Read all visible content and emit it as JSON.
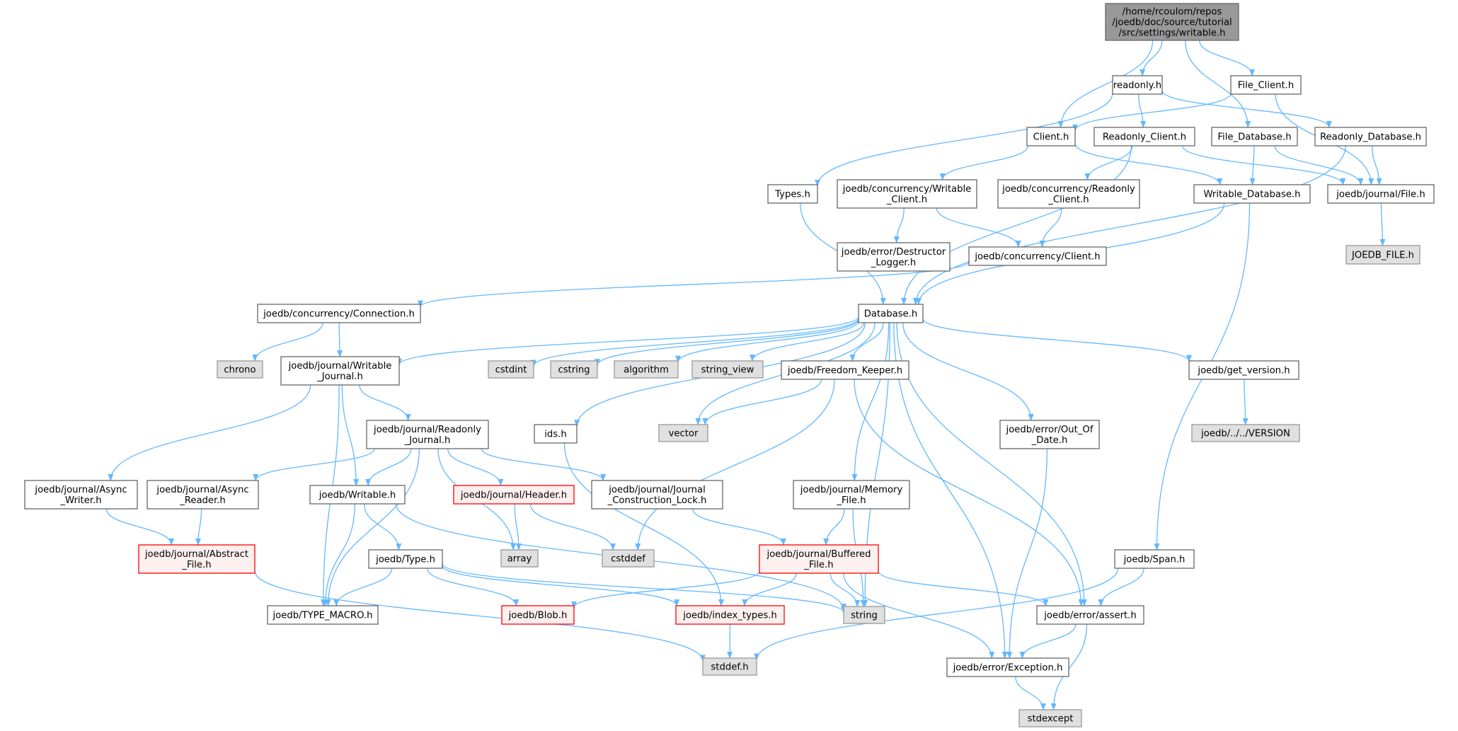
{
  "colors": {
    "edge": "#63b8ff",
    "root_fill": "#999999",
    "root_stroke": "#666666",
    "normal_fill": "#ffffff",
    "normal_stroke": "#666666",
    "system_fill": "#e0e0e0",
    "system_stroke": "#999999",
    "truncated_fill": "#fff0f0",
    "truncated_stroke": "#ff0000"
  },
  "nodes": [
    {
      "id": "root",
      "lines": [
        "/home/rcoulom/repos",
        "/joedb/doc/source/tutorial",
        "/src/settings/writable.h"
      ],
      "kind": "root"
    },
    {
      "id": "readonly",
      "lines": [
        "readonly.h"
      ],
      "kind": "normal"
    },
    {
      "id": "file_client",
      "lines": [
        "File_Client.h"
      ],
      "kind": "normal"
    },
    {
      "id": "client",
      "lines": [
        "Client.h"
      ],
      "kind": "normal"
    },
    {
      "id": "readonly_client",
      "lines": [
        "Readonly_Client.h"
      ],
      "kind": "normal"
    },
    {
      "id": "file_database",
      "lines": [
        "File_Database.h"
      ],
      "kind": "normal"
    },
    {
      "id": "readonly_database",
      "lines": [
        "Readonly_Database.h"
      ],
      "kind": "normal"
    },
    {
      "id": "types",
      "lines": [
        "Types.h"
      ],
      "kind": "normal"
    },
    {
      "id": "conc_writable_client",
      "lines": [
        "joedb/concurrency/Writable",
        "_Client.h"
      ],
      "kind": "normal"
    },
    {
      "id": "conc_readonly_client",
      "lines": [
        "joedb/concurrency/Readonly",
        "_Client.h"
      ],
      "kind": "normal"
    },
    {
      "id": "writable_database",
      "lines": [
        "Writable_Database.h"
      ],
      "kind": "normal"
    },
    {
      "id": "journal_file",
      "lines": [
        "joedb/journal/File.h"
      ],
      "kind": "normal"
    },
    {
      "id": "joedb_file",
      "lines": [
        "JOEDB_FILE.h"
      ],
      "kind": "system"
    },
    {
      "id": "destructor_logger",
      "lines": [
        "joedb/error/Destructor",
        "_Logger.h"
      ],
      "kind": "normal"
    },
    {
      "id": "conc_client",
      "lines": [
        "joedb/concurrency/Client.h"
      ],
      "kind": "normal"
    },
    {
      "id": "conc_connection",
      "lines": [
        "joedb/concurrency/Connection.h"
      ],
      "kind": "normal"
    },
    {
      "id": "database",
      "lines": [
        "Database.h"
      ],
      "kind": "normal"
    },
    {
      "id": "chrono",
      "lines": [
        "chrono"
      ],
      "kind": "system"
    },
    {
      "id": "journal_writable_journal",
      "lines": [
        "joedb/journal/Writable",
        "_Journal.h"
      ],
      "kind": "normal"
    },
    {
      "id": "cstdint",
      "lines": [
        "cstdint"
      ],
      "kind": "system"
    },
    {
      "id": "cstring",
      "lines": [
        "cstring"
      ],
      "kind": "system"
    },
    {
      "id": "algorithm",
      "lines": [
        "algorithm"
      ],
      "kind": "system"
    },
    {
      "id": "string_view",
      "lines": [
        "string_view"
      ],
      "kind": "system"
    },
    {
      "id": "freedom_keeper",
      "lines": [
        "joedb/Freedom_Keeper.h"
      ],
      "kind": "normal"
    },
    {
      "id": "get_version",
      "lines": [
        "joedb/get_version.h"
      ],
      "kind": "normal"
    },
    {
      "id": "ids",
      "lines": [
        "ids.h"
      ],
      "kind": "normal"
    },
    {
      "id": "vector",
      "lines": [
        "vector"
      ],
      "kind": "system"
    },
    {
      "id": "out_of_date",
      "lines": [
        "joedb/error/Out_Of",
        "_Date.h"
      ],
      "kind": "normal"
    },
    {
      "id": "version",
      "lines": [
        "joedb/../../VERSION"
      ],
      "kind": "system"
    },
    {
      "id": "journal_readonly_journal",
      "lines": [
        "joedb/journal/Readonly",
        "_Journal.h"
      ],
      "kind": "normal"
    },
    {
      "id": "async_writer",
      "lines": [
        "joedb/journal/Async",
        "_Writer.h"
      ],
      "kind": "normal"
    },
    {
      "id": "async_reader",
      "lines": [
        "joedb/journal/Async",
        "_Reader.h"
      ],
      "kind": "normal"
    },
    {
      "id": "writable",
      "lines": [
        "joedb/Writable.h"
      ],
      "kind": "normal"
    },
    {
      "id": "header",
      "lines": [
        "joedb/journal/Header.h"
      ],
      "kind": "truncated"
    },
    {
      "id": "construction_lock",
      "lines": [
        "joedb/journal/Journal",
        "_Construction_Lock.h"
      ],
      "kind": "normal"
    },
    {
      "id": "memory_file",
      "lines": [
        "joedb/journal/Memory",
        "_File.h"
      ],
      "kind": "normal"
    },
    {
      "id": "abstract_file",
      "lines": [
        "joedb/journal/Abstract",
        "_File.h"
      ],
      "kind": "truncated"
    },
    {
      "id": "type",
      "lines": [
        "joedb/Type.h"
      ],
      "kind": "normal"
    },
    {
      "id": "array",
      "lines": [
        "array"
      ],
      "kind": "system"
    },
    {
      "id": "cstddef",
      "lines": [
        "cstddef"
      ],
      "kind": "system"
    },
    {
      "id": "buffered_file",
      "lines": [
        "joedb/journal/Buffered",
        "_File.h"
      ],
      "kind": "truncated"
    },
    {
      "id": "span",
      "lines": [
        "joedb/Span.h"
      ],
      "kind": "normal"
    },
    {
      "id": "type_macro",
      "lines": [
        "joedb/TYPE_MACRO.h"
      ],
      "kind": "normal"
    },
    {
      "id": "blob",
      "lines": [
        "joedb/Blob.h"
      ],
      "kind": "truncated"
    },
    {
      "id": "index_types",
      "lines": [
        "joedb/index_types.h"
      ],
      "kind": "truncated"
    },
    {
      "id": "string",
      "lines": [
        "string"
      ],
      "kind": "system"
    },
    {
      "id": "assert",
      "lines": [
        "joedb/error/assert.h"
      ],
      "kind": "normal"
    },
    {
      "id": "stddef",
      "lines": [
        "stddef.h"
      ],
      "kind": "system"
    },
    {
      "id": "exception",
      "lines": [
        "joedb/error/Exception.h"
      ],
      "kind": "normal"
    },
    {
      "id": "stdexcept",
      "lines": [
        "stdexcept"
      ],
      "kind": "system"
    }
  ],
  "edges": [
    [
      "root",
      "readonly"
    ],
    [
      "root",
      "client"
    ],
    [
      "root",
      "file_client"
    ],
    [
      "root",
      "file_database"
    ],
    [
      "readonly",
      "types"
    ],
    [
      "readonly",
      "readonly_client"
    ],
    [
      "readonly",
      "readonly_database"
    ],
    [
      "file_client",
      "client"
    ],
    [
      "file_client",
      "journal_file"
    ],
    [
      "client",
      "conc_writable_client"
    ],
    [
      "client",
      "writable_database"
    ],
    [
      "readonly_client",
      "conc_readonly_client"
    ],
    [
      "readonly_client",
      "database"
    ],
    [
      "readonly_client",
      "journal_file"
    ],
    [
      "file_database",
      "writable_database"
    ],
    [
      "file_database",
      "journal_file"
    ],
    [
      "readonly_database",
      "journal_file"
    ],
    [
      "readonly_database",
      "database"
    ],
    [
      "types",
      "database"
    ],
    [
      "conc_writable_client",
      "destructor_logger"
    ],
    [
      "conc_writable_client",
      "conc_client"
    ],
    [
      "conc_readonly_client",
      "conc_client"
    ],
    [
      "writable_database",
      "database"
    ],
    [
      "writable_database",
      "span"
    ],
    [
      "journal_file",
      "joedb_file"
    ],
    [
      "conc_client",
      "conc_connection"
    ],
    [
      "conc_connection",
      "chrono"
    ],
    [
      "conc_connection",
      "journal_writable_journal"
    ],
    [
      "database",
      "journal_writable_journal"
    ],
    [
      "database",
      "cstdint"
    ],
    [
      "database",
      "cstring"
    ],
    [
      "database",
      "algorithm"
    ],
    [
      "database",
      "string_view"
    ],
    [
      "database",
      "freedom_keeper"
    ],
    [
      "database",
      "get_version"
    ],
    [
      "database",
      "ids"
    ],
    [
      "database",
      "vector"
    ],
    [
      "database",
      "out_of_date"
    ],
    [
      "database",
      "memory_file"
    ],
    [
      "database",
      "string"
    ],
    [
      "database",
      "assert"
    ],
    [
      "database",
      "exception"
    ],
    [
      "journal_writable_journal",
      "journal_readonly_journal"
    ],
    [
      "journal_writable_journal",
      "async_writer"
    ],
    [
      "journal_writable_journal",
      "writable"
    ],
    [
      "journal_writable_journal",
      "type_macro"
    ],
    [
      "freedom_keeper",
      "vector"
    ],
    [
      "freedom_keeper",
      "cstddef"
    ],
    [
      "freedom_keeper",
      "assert"
    ],
    [
      "get_version",
      "version"
    ],
    [
      "ids",
      "index_types"
    ],
    [
      "out_of_date",
      "exception"
    ],
    [
      "journal_readonly_journal",
      "async_reader"
    ],
    [
      "journal_readonly_journal",
      "writable"
    ],
    [
      "journal_readonly_journal",
      "header"
    ],
    [
      "journal_readonly_journal",
      "construction_lock"
    ],
    [
      "journal_readonly_journal",
      "array"
    ],
    [
      "journal_readonly_journal",
      "type_macro"
    ],
    [
      "async_writer",
      "abstract_file"
    ],
    [
      "async_reader",
      "abstract_file"
    ],
    [
      "writable",
      "type"
    ],
    [
      "writable",
      "type_macro"
    ],
    [
      "writable",
      "string"
    ],
    [
      "header",
      "array"
    ],
    [
      "header",
      "cstddef"
    ],
    [
      "construction_lock",
      "buffered_file"
    ],
    [
      "memory_file",
      "buffered_file"
    ],
    [
      "memory_file",
      "string"
    ],
    [
      "abstract_file",
      "stddef"
    ],
    [
      "type",
      "type_macro"
    ],
    [
      "type",
      "blob"
    ],
    [
      "type",
      "index_types"
    ],
    [
      "type",
      "string"
    ],
    [
      "buffered_file",
      "blob"
    ],
    [
      "buffered_file",
      "index_types"
    ],
    [
      "buffered_file",
      "string"
    ],
    [
      "buffered_file",
      "assert"
    ],
    [
      "buffered_file",
      "exception"
    ],
    [
      "span",
      "assert"
    ],
    [
      "span",
      "stddef"
    ],
    [
      "index_types",
      "stddef"
    ],
    [
      "assert",
      "exception"
    ],
    [
      "assert",
      "stdexcept"
    ],
    [
      "exception",
      "stdexcept"
    ]
  ]
}
